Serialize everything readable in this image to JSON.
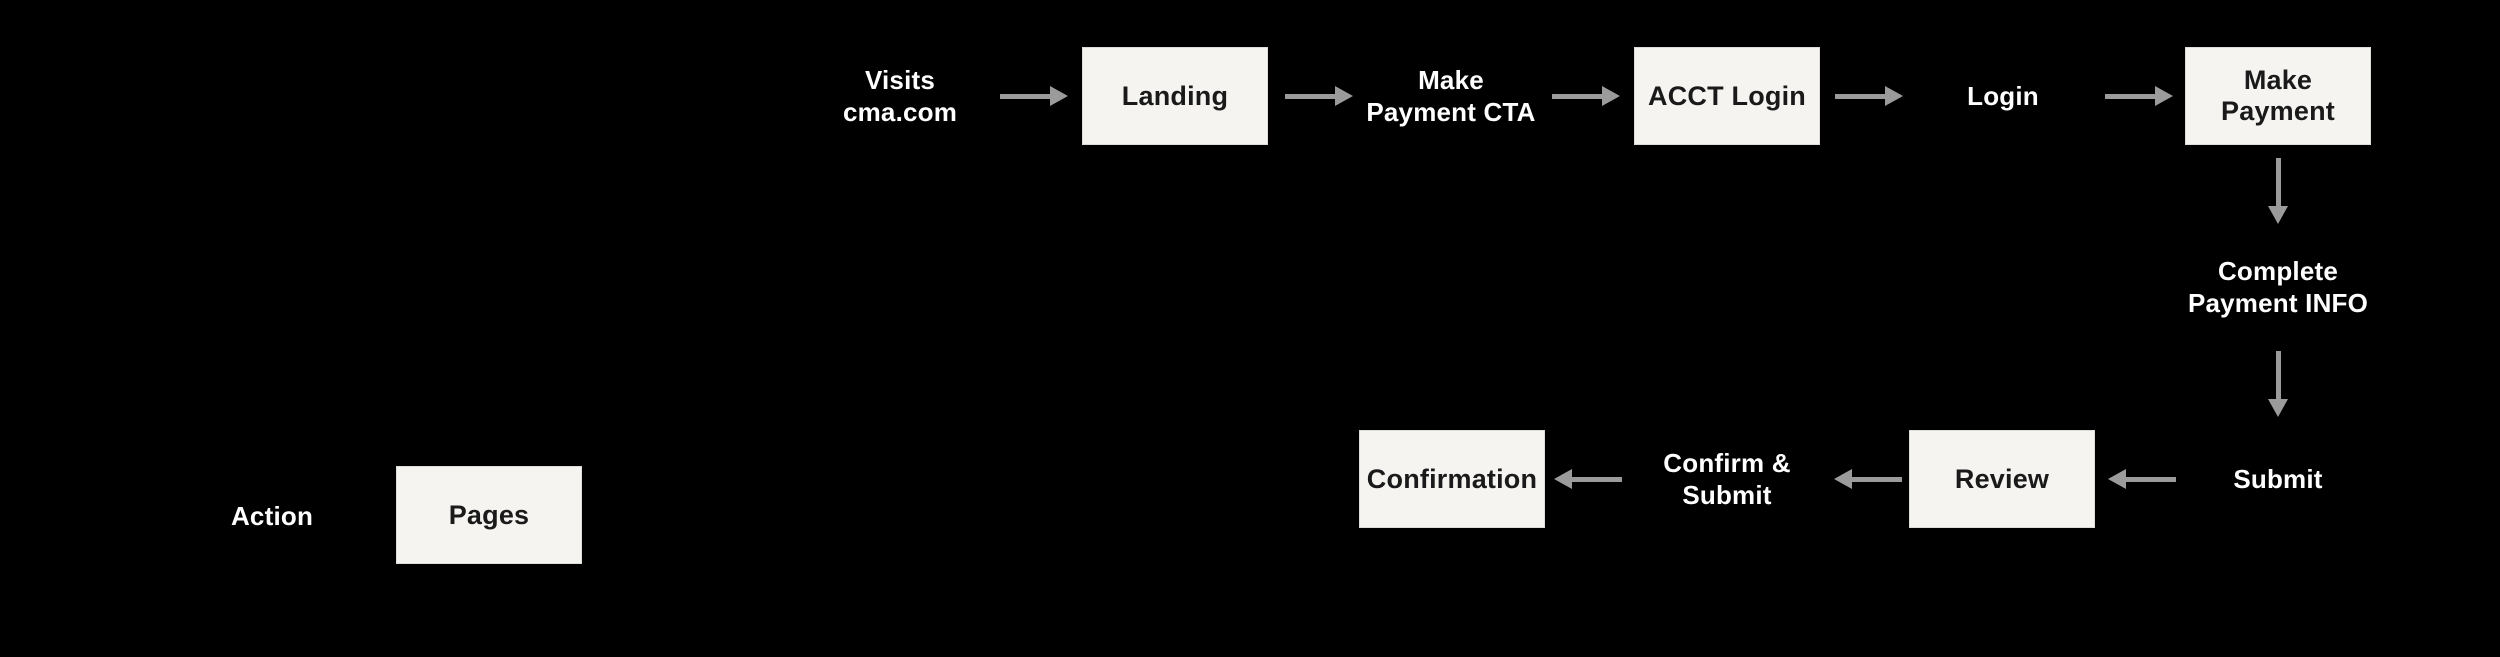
{
  "colors": {
    "bg": "#000000",
    "box-fill": "#f5f4f1",
    "box-border": "#dddcd8",
    "box-text": "#1a1a1a",
    "text": "#ffffff",
    "arrow": "#9b9b9b"
  },
  "nodes": {
    "visits": {
      "type": "action",
      "label": "Visits\ncma.com"
    },
    "landing": {
      "type": "page",
      "label": "Landing"
    },
    "make_payment_cta": {
      "type": "action",
      "label": "Make\nPayment CTA"
    },
    "acct_login": {
      "type": "page",
      "label": "ACCT Login"
    },
    "login": {
      "type": "action",
      "label": "Login"
    },
    "make_payment": {
      "type": "page",
      "label": "Make\nPayment"
    },
    "complete_payment_info": {
      "type": "action",
      "label": "Complete\nPayment INFO"
    },
    "submit": {
      "type": "action",
      "label": "Submit"
    },
    "review": {
      "type": "page",
      "label": "Review"
    },
    "confirm_submit": {
      "type": "action",
      "label": "Confirm &\nSubmit"
    },
    "confirmation": {
      "type": "page",
      "label": "Confirmation"
    }
  },
  "edges": [
    {
      "from": "Visits cma.com",
      "to": "Landing",
      "direction": "right"
    },
    {
      "from": "Landing",
      "to": "Make Payment CTA",
      "direction": "right"
    },
    {
      "from": "Make Payment CTA",
      "to": "ACCT Login",
      "direction": "right"
    },
    {
      "from": "ACCT Login",
      "to": "Login",
      "direction": "right"
    },
    {
      "from": "Login",
      "to": "Make Payment",
      "direction": "right"
    },
    {
      "from": "Make Payment",
      "to": "Complete Payment INFO",
      "direction": "down"
    },
    {
      "from": "Complete Payment INFO",
      "to": "Submit",
      "direction": "down"
    },
    {
      "from": "Submit",
      "to": "Review",
      "direction": "left"
    },
    {
      "from": "Review",
      "to": "Confirm & Submit",
      "direction": "left"
    },
    {
      "from": "Confirm & Submit",
      "to": "Confirmation",
      "direction": "left"
    }
  ],
  "legend": {
    "action_label": "Action",
    "pages_label": "Pages"
  }
}
